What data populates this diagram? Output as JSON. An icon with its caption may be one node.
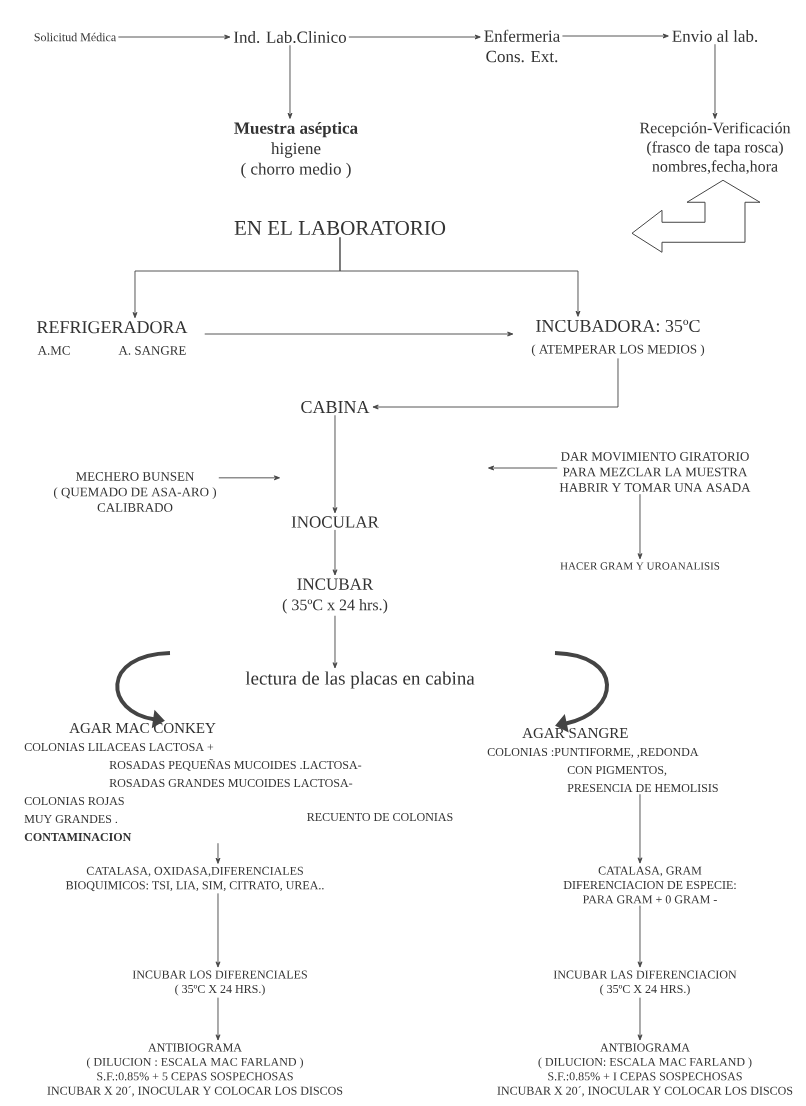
{
  "diagram": {
    "nodes": [
      {
        "text": [
          "Solicitud Médica"
        ]
      },
      {
        "text": [
          "Ind. Lab.Clinico"
        ]
      },
      {
        "text": [
          "Enfermeria",
          "Cons. Ext."
        ]
      },
      {
        "text": [
          "Envio al lab."
        ]
      },
      {
        "text": [
          "Muestra aséptica",
          "higiene",
          "(   chorro medio   )"
        ]
      },
      {
        "text": [
          "Recepción-Verificación",
          "(frasco de tapa rosca)",
          "nombres,fecha,hora"
        ]
      },
      {
        "text": [
          "EN EL LABORATORIO"
        ]
      },
      {
        "text": [
          "REFRIGERADORA",
          "A.MC",
          "A. SANGRE"
        ]
      },
      {
        "text": [
          "INCUBADORA: 35ºC",
          "( ATEMPERAR LOS MEDIOS )"
        ]
      },
      {
        "text": [
          "CABINA"
        ]
      },
      {
        "text": [
          "MECHERO BUNSEN",
          "( QUEMADO DE ASA-ARO )",
          "CALIBRADO"
        ]
      },
      {
        "text": [
          "DAR MOVIMIENTO GIRATORIO",
          "PARA MEZCLAR LA MUESTRA",
          "HABRIR Y TOMAR UNA ASADA"
        ]
      },
      {
        "text": [
          "INOCULAR"
        ]
      },
      {
        "text": [
          "HACER GRAM  Y UROANALISIS"
        ]
      },
      {
        "text": [
          "INCUBAR",
          "( 35ºC x 24 hrs.)"
        ]
      },
      {
        "text": [
          "lectura de las placas en cabina"
        ]
      },
      {
        "text": [
          "AGAR MAC CONKEY",
          "COLONIAS LILACEAS   LACTOSA +",
          "ROSADAS PEQUEÑAS MUCOIDES .LACTOSA-",
          "ROSADAS GRANDES MUCOIDES    LACTOSA-",
          "COLONIAS ROJAS",
          "MUY GRANDES .",
          "CONTAMINACION"
        ]
      },
      {
        "text": [
          "AGAR SANGRE",
          "COLONIAS :PUNTIFORME, ,REDONDA",
          "CON PIGMENTOS,",
          "PRESENCIA DE HEMOLISIS"
        ]
      },
      {
        "text": [
          "CATALASA, OXIDASA,DIFERENCIALES",
          "BIOQUIMICOS: TSI, LIA, SIM, CITRATO, UREA.."
        ]
      },
      {
        "text": [
          "CATALASA, GRAM",
          "DIFERENCIACION DE ESPECIE:",
          "PARA GRAM + 0 GRAM  -"
        ]
      },
      {
        "text": [
          "INCUBAR LOS DIFERENCIALES",
          "( 35ºC X  24 HRS.)"
        ]
      },
      {
        "text": [
          "INCUBAR LAS DIFERENCIACION",
          "( 35ºC X 24 HRS.)"
        ]
      },
      {
        "text": [
          "ANTIBIOGRAMA",
          "( DILUCION : ESCALA MAC FARLAND )",
          "S.F.:0.85% + 5 CEPAS SOSPECHOSAS",
          "INCUBAR X 20´, INOCULAR Y COLOCAR LOS DISCOS"
        ]
      },
      {
        "text": [
          "ANTBIOGRAMA",
          "( DILUCION: ESCALA MAC FARLAND )",
          "S.F.:0.85% + I CEPAS SOSPECHOSAS",
          "INCUBAR X 20´, INOCULAR Y COLOCAR LOS DISCOS"
        ]
      }
    ],
    "edges": [
      {
        "from": 0,
        "to": 1,
        "arrow": "to"
      },
      {
        "from": 1,
        "to": 2,
        "arrow": "to"
      },
      {
        "from": 2,
        "to": 3,
        "arrow": "to"
      },
      {
        "from": 1,
        "to": 4,
        "arrow": "to"
      },
      {
        "from": 3,
        "to": 5,
        "arrow": "to"
      },
      {
        "from": 5,
        "to": null,
        "arrow": "both",
        "style": "thick"
      },
      {
        "from": 6,
        "to": 7,
        "arrow": "to"
      },
      {
        "from": 6,
        "to": 8,
        "arrow": "to"
      },
      {
        "from": 7,
        "to": 8,
        "arrow": "to"
      },
      {
        "from": 8,
        "to": 9,
        "arrow": "to"
      },
      {
        "from": 10,
        "to": null,
        "arrow": "to"
      },
      {
        "from": 11,
        "to": null,
        "arrow": "to"
      },
      {
        "from": 9,
        "to": 12,
        "arrow": "to"
      },
      {
        "from": 11,
        "to": 13,
        "arrow": "to"
      },
      {
        "from": 12,
        "to": 14,
        "arrow": "to"
      },
      {
        "from": 14,
        "to": 15,
        "arrow": "to"
      },
      {
        "from": null,
        "to": 16,
        "arrow": "to",
        "style": "thick"
      },
      {
        "from": null,
        "to": 17,
        "arrow": "to",
        "style": "thick"
      },
      {
        "from": 16,
        "to": 18,
        "arrow": "to"
      },
      {
        "from": 17,
        "to": 19,
        "arrow": "to"
      },
      {
        "from": 18,
        "to": 20,
        "arrow": "to"
      },
      {
        "from": 19,
        "to": 21,
        "arrow": "to"
      },
      {
        "from": 20,
        "to": 22,
        "arrow": "to"
      },
      {
        "from": 21,
        "to": 23,
        "arrow": "to"
      }
    ],
    "labels": [
      "RECUENTO DE COLONIAS"
    ]
  }
}
